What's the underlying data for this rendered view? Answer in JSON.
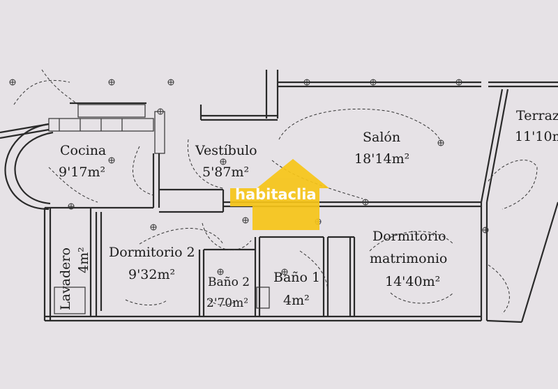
{
  "rooms": {
    "cocina": {
      "name": "Cocina",
      "area": "9'17m²"
    },
    "vestibulo": {
      "name": "Vestíbulo",
      "area": "5'87m²"
    },
    "salon": {
      "name": "Salón",
      "area": "18'14m²"
    },
    "terraza": {
      "name": "Terraz",
      "area": "11'10m"
    },
    "dormitorio2": {
      "name": "Dormitorio 2",
      "area": "9'32m²"
    },
    "lavadero": {
      "name": "Lavadero",
      "area": "4m²"
    },
    "bano2": {
      "name": "Baño 2",
      "area": "2'70m²"
    },
    "bano1": {
      "name": "Baño 1",
      "area": "4m²"
    },
    "dormitorio_matrimonio": {
      "name_line1": "Dormitorio",
      "name_line2": "matrimonio",
      "area": "14'40m²"
    }
  },
  "watermark": {
    "text": "habitaclia",
    "color": "#f7c518"
  }
}
